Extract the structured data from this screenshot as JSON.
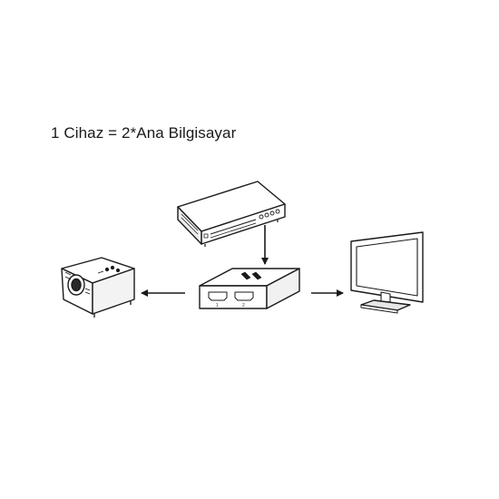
{
  "caption": "1 Cihaz = 2*Ana Bilgisayar",
  "splitter": {
    "port_labels": [
      "1",
      "2"
    ]
  },
  "icons": {
    "source": "dvd-player-icon",
    "splitter": "hdmi-splitter-icon",
    "left_output": "projector-icon",
    "right_output": "tv-monitor-icon"
  },
  "colors": {
    "line": "#1a1a1a",
    "body_fill": "#ffffff",
    "shade": "#d9d9d9"
  }
}
